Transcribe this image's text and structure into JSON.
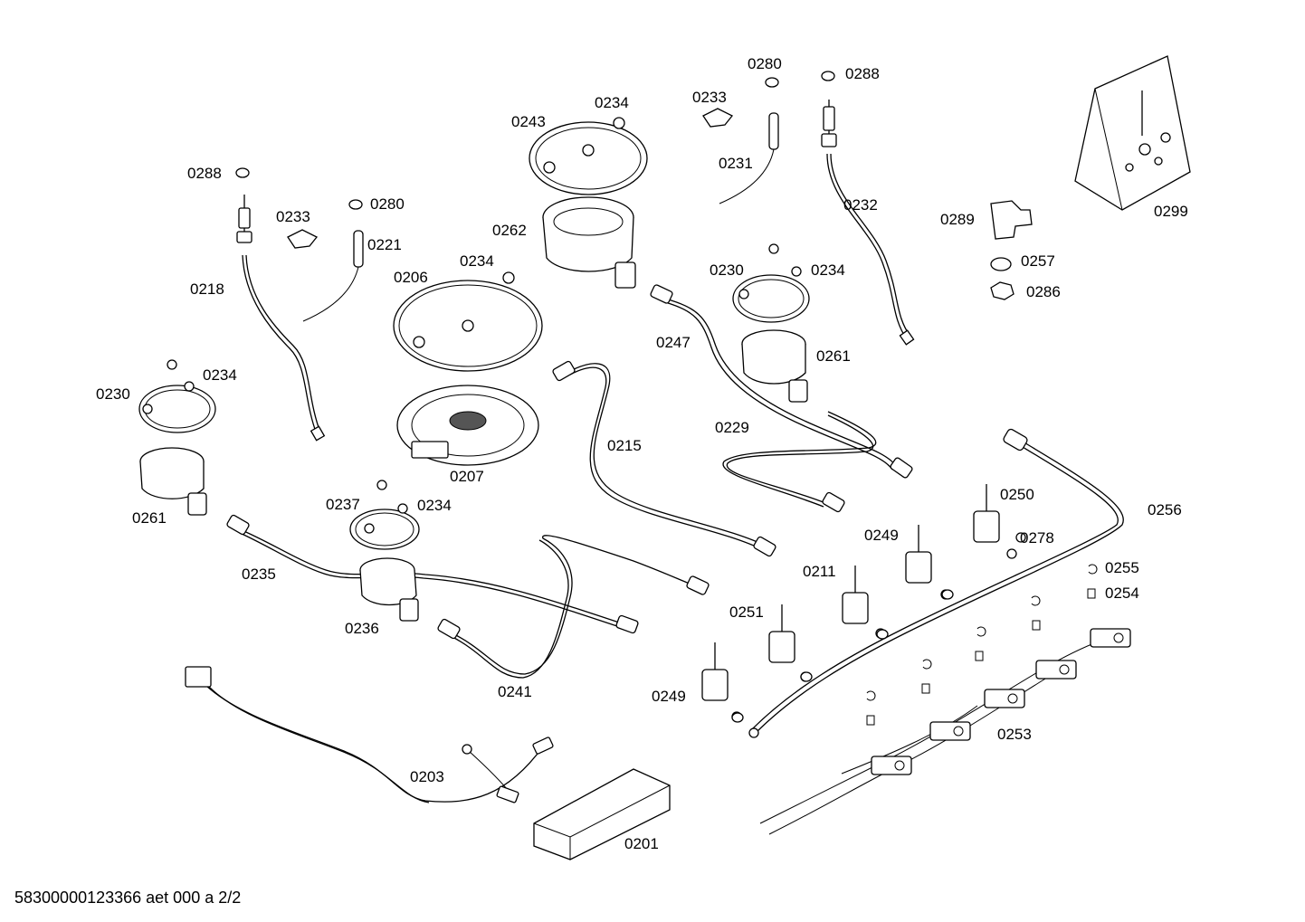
{
  "document_id": "58300000123366 aet 000 a 2/2",
  "part_labels": {
    "p0201": "0201",
    "p0203": "0203",
    "p0206": "0206",
    "p0207": "0207",
    "p0211": "0211",
    "p0215": "0215",
    "p0218": "0218",
    "p0221": "0221",
    "p0229": "0229",
    "p0230a": "0230",
    "p0230b": "0230",
    "p0231": "0231",
    "p0232": "0232",
    "p0233a": "0233",
    "p0233b": "0233",
    "p0234a": "0234",
    "p0234b": "0234",
    "p0234c": "0234",
    "p0234d": "0234",
    "p0234e": "0234",
    "p0235": "0235",
    "p0236": "0236",
    "p0237": "0237",
    "p0241": "0241",
    "p0243": "0243",
    "p0247": "0247",
    "p0249a": "0249",
    "p0249b": "0249",
    "p0250": "0250",
    "p0251": "0251",
    "p0253": "0253",
    "p0254": "0254",
    "p0255": "0255",
    "p0256": "0256",
    "p0257": "0257",
    "p0261a": "0261",
    "p0261b": "0261",
    "p0262": "0262",
    "p0278": "0278",
    "p0280a": "0280",
    "p0280b": "0280",
    "p0286": "0286",
    "p0288a": "0288",
    "p0288b": "0288",
    "p0289": "0289",
    "p0299": "0299"
  }
}
